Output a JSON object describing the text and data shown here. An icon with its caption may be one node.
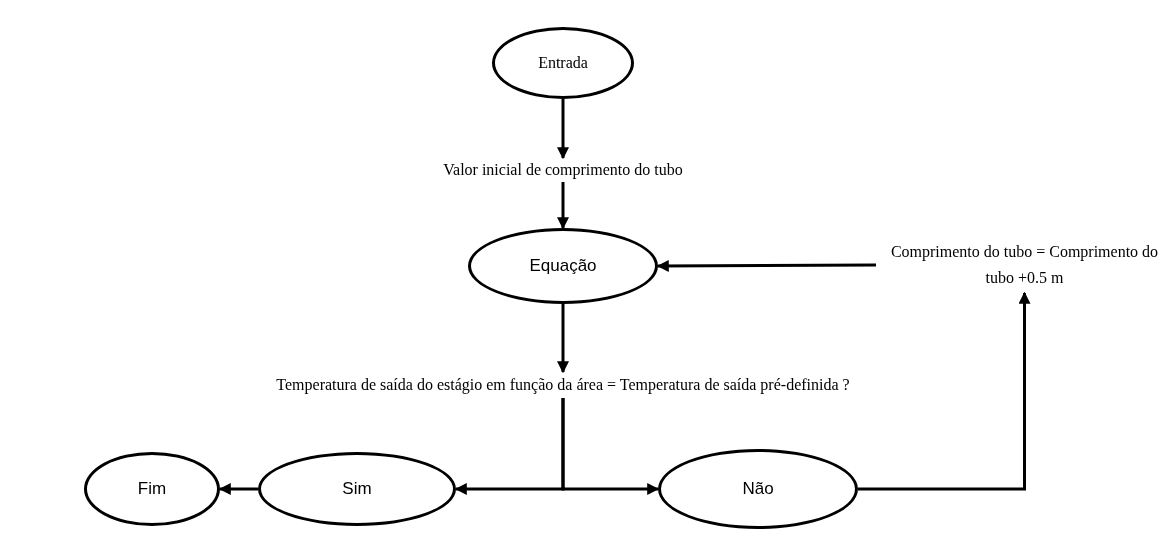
{
  "diagram": {
    "nodes": [
      {
        "text": [
          "Entrada"
        ]
      },
      {
        "text": [
          "Valor inicial de comprimento do tubo"
        ]
      },
      {
        "text": [
          "Equação"
        ]
      },
      {
        "text": [
          "Comprimento do tubo = Comprimento do tubo +0.5 m"
        ]
      },
      {
        "text": [
          "Temperatura de saída do estágio em função da área = Temperatura de saída pré-definida ?"
        ]
      },
      {
        "text": [
          "Fim"
        ]
      },
      {
        "text": [
          "Sim"
        ]
      },
      {
        "text": [
          "Não"
        ]
      }
    ],
    "edges": [
      {
        "from": 0,
        "to": 1,
        "arrow": "to"
      },
      {
        "from": 1,
        "to": 2,
        "arrow": "to"
      },
      {
        "from": 2,
        "to": 4,
        "arrow": "to"
      },
      {
        "from": 4,
        "to": 6,
        "arrow": "to"
      },
      {
        "from": 4,
        "to": 7,
        "arrow": "to"
      },
      {
        "from": 6,
        "to": 5,
        "arrow": "to"
      },
      {
        "from": 7,
        "to": 3,
        "arrow": "to"
      },
      {
        "from": 3,
        "to": 2,
        "arrow": "to"
      }
    ]
  }
}
